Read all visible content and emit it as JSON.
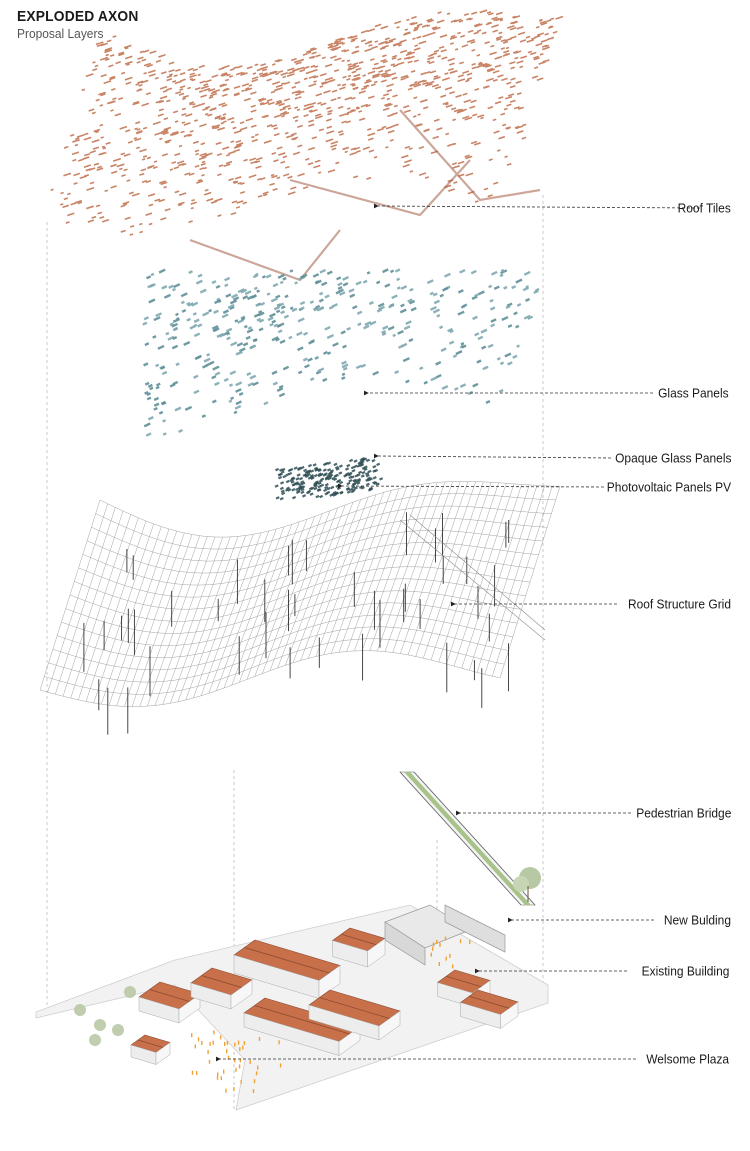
{
  "title": "EXPLODED AXON",
  "subtitle": "Proposal Layers",
  "layers": [
    {
      "id": "roof-tiles",
      "label": "Roof Tiles",
      "color": "#c98466"
    },
    {
      "id": "glass-panels",
      "label": "Glass Panels",
      "color": "#7fa9b0"
    },
    {
      "id": "opaque-glass-panels",
      "label": "Opaque Glass Panels",
      "color": "#5f8f98"
    },
    {
      "id": "photovoltaic-panels",
      "label": "Photovoltaic Panels PV",
      "color": "#2f4f55"
    },
    {
      "id": "roof-structure-grid",
      "label": "Roof Structure Grid",
      "color": "#8a8a8a"
    },
    {
      "id": "pedestrian-bridge",
      "label": "Pedestrian Bridge",
      "color": "#8fae6a"
    },
    {
      "id": "new-building",
      "label": "New Bulding",
      "color": "#e9e9e9"
    },
    {
      "id": "existing-building",
      "label": "Existing Building",
      "color": "#c8704a"
    },
    {
      "id": "welcome-plaza",
      "label": "Welsome Plaza",
      "color": "#f2f2f2"
    }
  ]
}
